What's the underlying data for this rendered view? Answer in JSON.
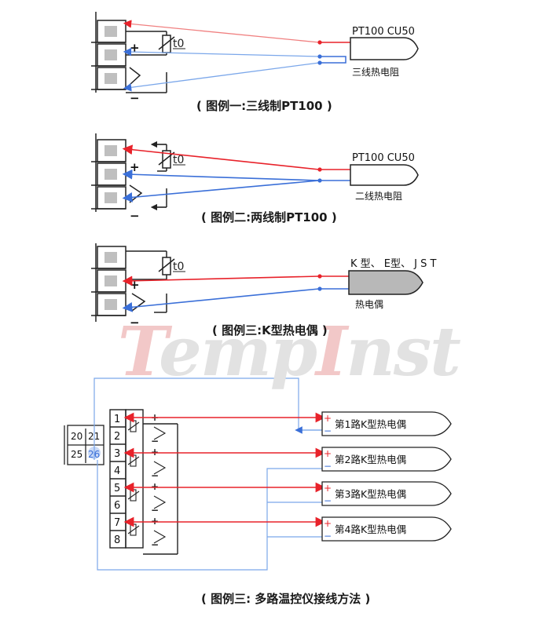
{
  "watermark": {
    "part1": "T",
    "part2": "emp",
    "part3": "I",
    "part4": "nst"
  },
  "fig1": {
    "caption": "( 图例一:三线制PT100 )",
    "sensor_top": "PT100 CU50",
    "sensor_bottom": "三线热电阻",
    "t0": "t0",
    "plus": "+",
    "minus": "−"
  },
  "fig2": {
    "caption": "( 图例二:两线制PT100 )",
    "sensor_top": "PT100 CU50",
    "sensor_bottom": "二线热电阻",
    "t0": "t0",
    "plus": "+",
    "minus": "−"
  },
  "fig3": {
    "caption": "( 图例三:K型热电偶 )",
    "sensor_top": "K 型、 E型、 J S T",
    "sensor_bottom": "热电偶",
    "t0": "t0",
    "plus": "+",
    "minus": "−"
  },
  "fig4": {
    "caption": "( 图例三: 多路温控仪接线方法 )",
    "aux_terminals": [
      "20",
      "21",
      "25",
      "26"
    ],
    "terminals": [
      "1",
      "2",
      "3",
      "4",
      "5",
      "6",
      "7",
      "8"
    ],
    "channels": [
      "第1路K型热电偶",
      "第2路K型热电偶",
      "第3路K型热电偶",
      "第4路K型热电偶"
    ],
    "plus": "+",
    "minus": "−"
  },
  "colors": {
    "red": "#e8222a",
    "blue": "#3a6fd8",
    "light_red": "#f08080",
    "light_blue": "#7ba7ea"
  }
}
